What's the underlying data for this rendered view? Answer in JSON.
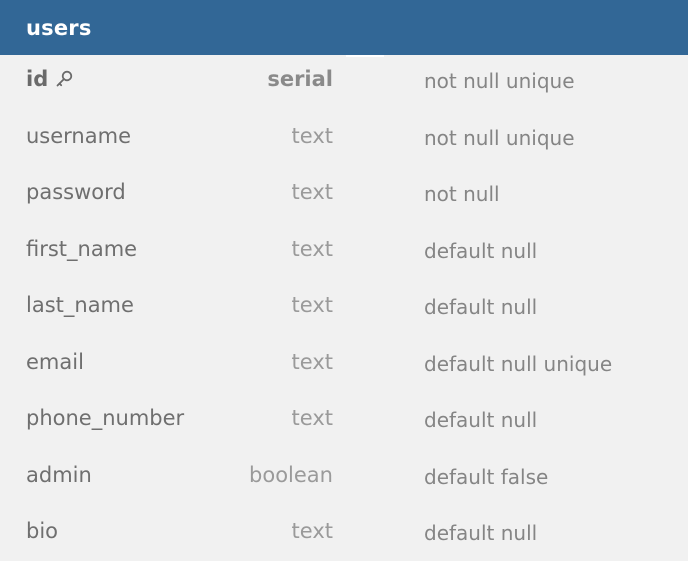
{
  "table": {
    "name": "users"
  },
  "icons": {
    "primary_key": "key-icon"
  },
  "colors": {
    "header": "#326796",
    "background": "#f1f1f1"
  },
  "columns": [
    {
      "name": "id",
      "type": "serial",
      "constraint": "not null unique",
      "primary_key": true
    },
    {
      "name": "username",
      "type": "text",
      "constraint": "not null unique"
    },
    {
      "name": "password",
      "type": "text",
      "constraint": "not null"
    },
    {
      "name": "first_name",
      "type": "text",
      "constraint": "default null"
    },
    {
      "name": "last_name",
      "type": "text",
      "constraint": "default null"
    },
    {
      "name": "email",
      "type": "text",
      "constraint": "default null unique"
    },
    {
      "name": "phone_number",
      "type": "text",
      "constraint": "default null"
    },
    {
      "name": "admin",
      "type": "boolean",
      "constraint": "default false"
    },
    {
      "name": "bio",
      "type": "text",
      "constraint": "default null"
    }
  ]
}
